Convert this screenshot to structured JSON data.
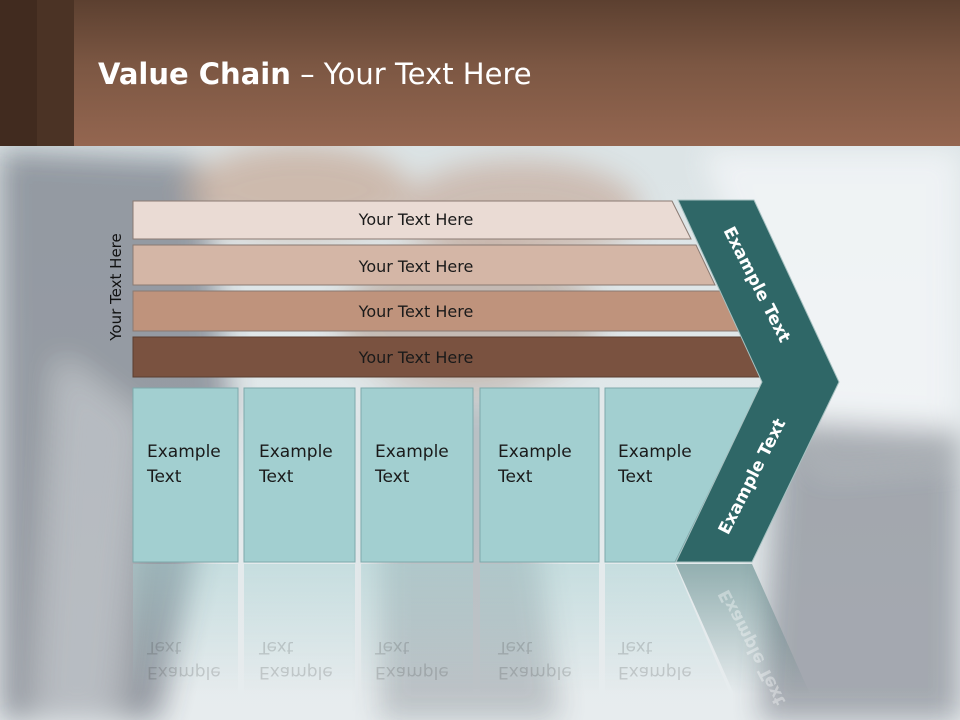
{
  "slide": {
    "title_bold": "Value Chain",
    "title_rest": " – Your Text Here",
    "side_label": "Your Text Here"
  },
  "bars": [
    {
      "label": "Your Text Here",
      "color": "#eadbd4"
    },
    {
      "label": "Your Text Here",
      "color": "#d4b6a6"
    },
    {
      "label": "Your Text Here",
      "color": "#bf937c"
    },
    {
      "label": "Your Text Here",
      "color": "#7a5240"
    }
  ],
  "columns": [
    {
      "line1": "Example",
      "line2": "Text"
    },
    {
      "line1": "Example",
      "line2": "Text"
    },
    {
      "line1": "Example",
      "line2": "Text"
    },
    {
      "line1": "Example",
      "line2": "Text"
    },
    {
      "line1": "Example",
      "line2": "Text"
    }
  ],
  "chevron": {
    "top_text": "Example Text",
    "bottom_text": "Example Text",
    "color": "#2f6767"
  },
  "colors": {
    "column_fill": "#a2cfd0",
    "header": "#7c5743"
  }
}
